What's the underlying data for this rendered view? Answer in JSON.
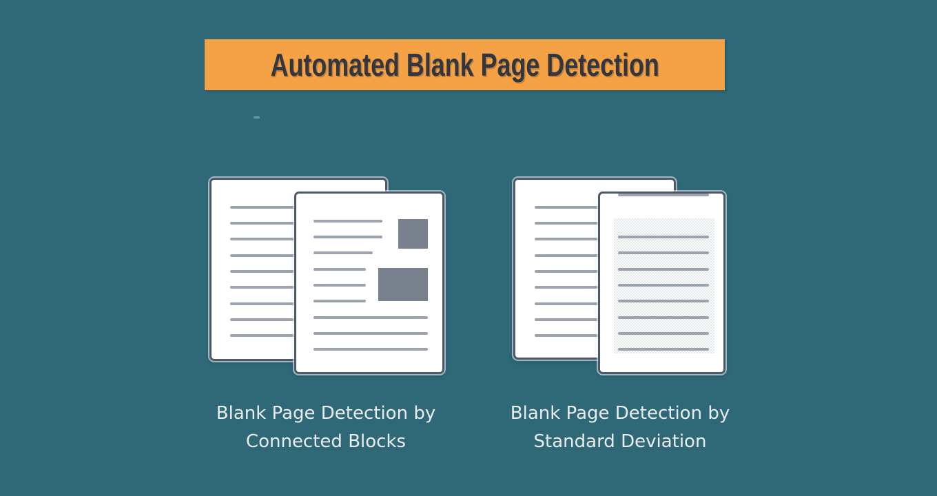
{
  "banner": {
    "title": "Automated Blank Page Detection",
    "background": "#F5A247",
    "text_color": "#33363E"
  },
  "figures": [
    {
      "name": "connected-blocks",
      "icon": "overlapping-document-pages-with-text-lines-and-image-blocks-icon",
      "caption_lines": [
        "Blank Page Detection by",
        "Connected Blocks"
      ]
    },
    {
      "name": "standard-deviation",
      "icon": "overlapping-document-pages-with-noisy-text-lines-icon",
      "caption_lines": [
        "Blank Page Detection by",
        "Standard Deviation"
      ]
    }
  ],
  "colors": {
    "background": "#2F6877",
    "banner_orange": "#F5A247",
    "title_text": "#33363E",
    "caption_text": "#E9EDF0",
    "page_fill": "#FFFFFF",
    "page_border": "#4E586B",
    "text_line": "#9CA2AE",
    "image_block": "#79818E"
  }
}
